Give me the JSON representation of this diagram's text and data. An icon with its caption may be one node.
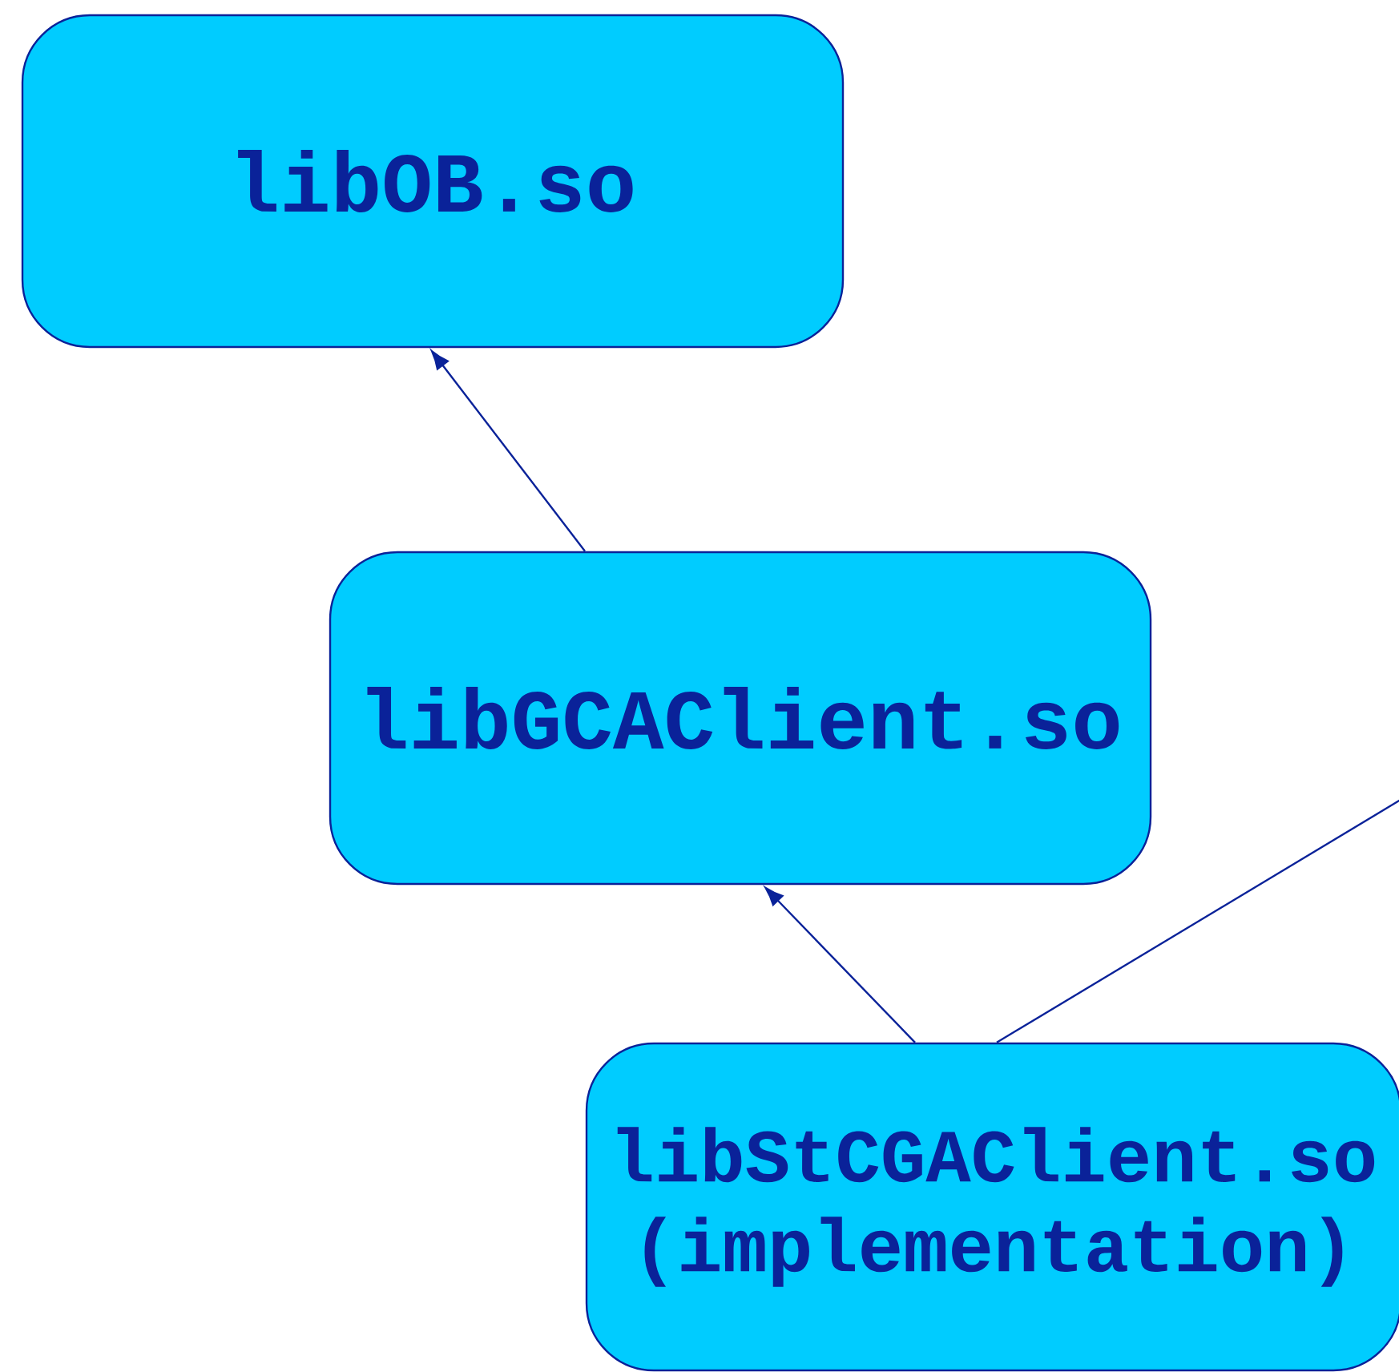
{
  "diagram": {
    "nodes": [
      {
        "text": [
          "libOB.so"
        ]
      },
      {
        "text": [
          "libGCAClient.so"
        ]
      },
      {
        "text": [
          "libStCGAClient.so (implementation)"
        ]
      }
    ],
    "edges": [
      {
        "from": 1,
        "to": 0,
        "arrow": "to"
      },
      {
        "from": 2,
        "to": 1,
        "arrow": "to"
      },
      {
        "from": 2,
        "to": null,
        "arrow": "none"
      }
    ]
  }
}
